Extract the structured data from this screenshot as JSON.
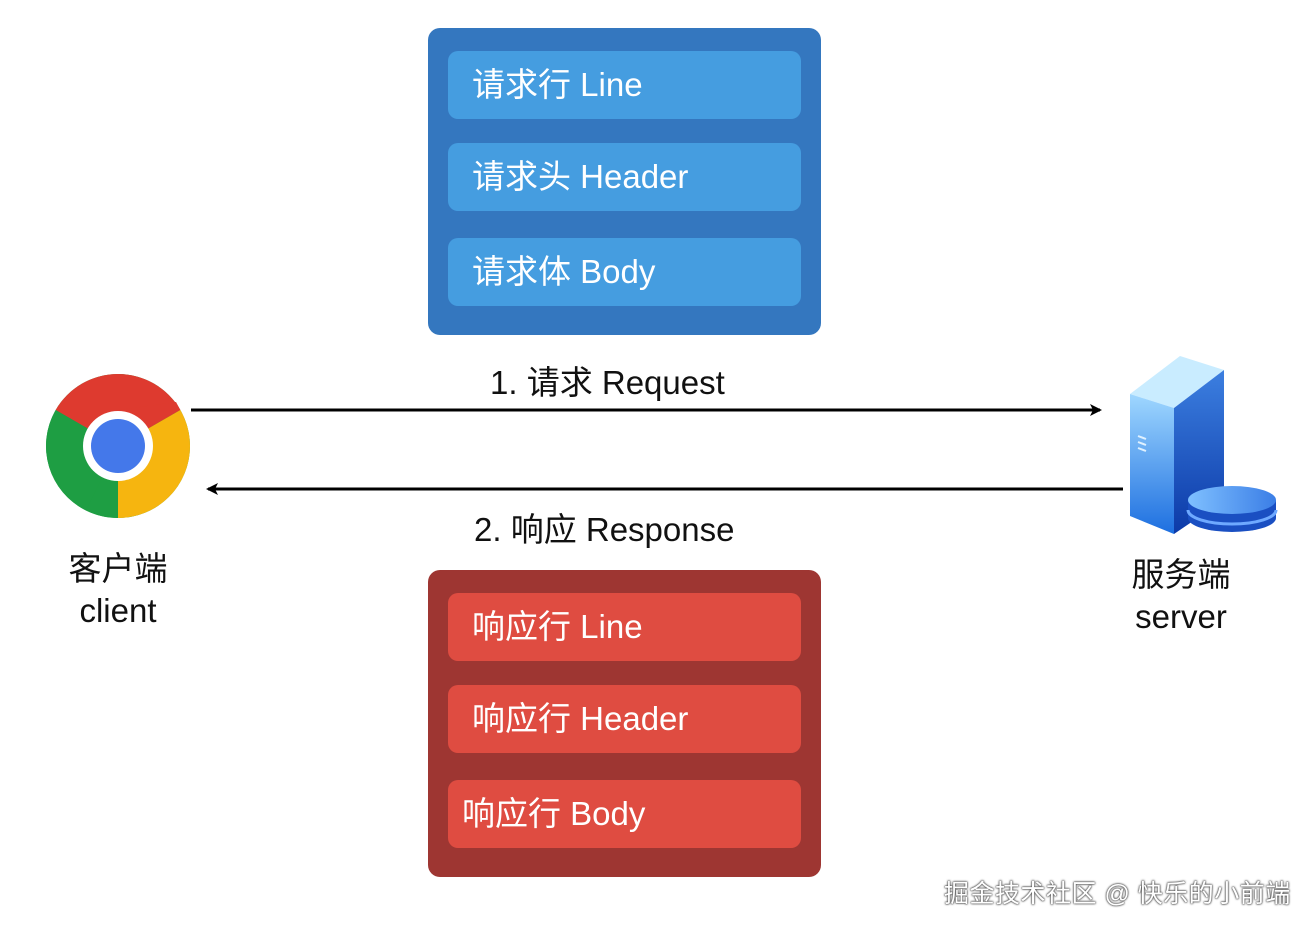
{
  "request_panel": {
    "items": [
      "请求行 Line",
      "请求头 Header",
      "请求体 Body"
    ]
  },
  "response_panel": {
    "items": [
      "响应行 Line",
      "响应行 Header",
      "响应行 Body"
    ]
  },
  "edges": {
    "request_label": "1. 请求 Request",
    "response_label": "2. 响应 Response"
  },
  "nodes": {
    "client": {
      "label_cn": "客户端",
      "label_en": "client",
      "icon": "chrome-browser-icon"
    },
    "server": {
      "label_cn": "服务端",
      "label_en": "server",
      "icon": "server-database-icon"
    }
  },
  "watermark": "掘金技术社区 @ 快乐的小前端",
  "colors": {
    "request_panel": "#3477bf",
    "request_item": "#459de0",
    "response_panel": "#9e3632",
    "response_item": "#df4c41",
    "arrow": "#000000"
  }
}
